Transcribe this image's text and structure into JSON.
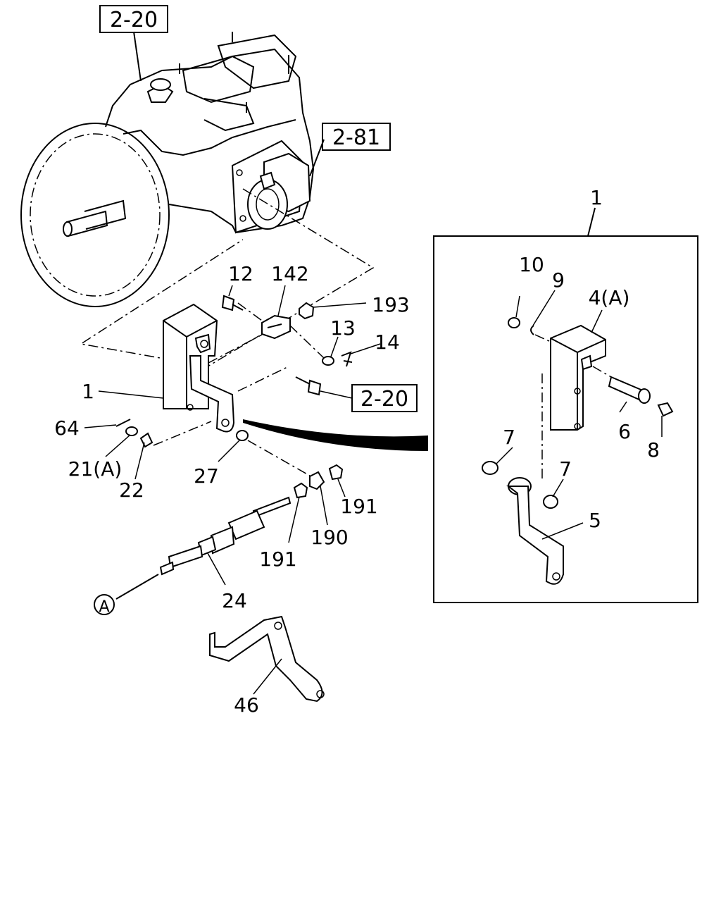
{
  "refs": {
    "top": "2-20",
    "right": "2-81",
    "bolt": "2-20"
  },
  "labels": {
    "p1_main": "1",
    "p12": "12",
    "p142": "142",
    "p193": "193",
    "p13": "13",
    "p14": "14",
    "p64": "64",
    "p21a": "21(A)",
    "p22": "22",
    "p27": "27",
    "p191a": "191",
    "p190": "190",
    "p191b": "191",
    "p24": "24",
    "pA": "A",
    "p46": "46",
    "p1_detail": "1",
    "p10": "10",
    "p9": "9",
    "p4a": "4(A)",
    "p6": "6",
    "p8": "8",
    "p7a": "7",
    "p7b": "7",
    "p5": "5"
  }
}
